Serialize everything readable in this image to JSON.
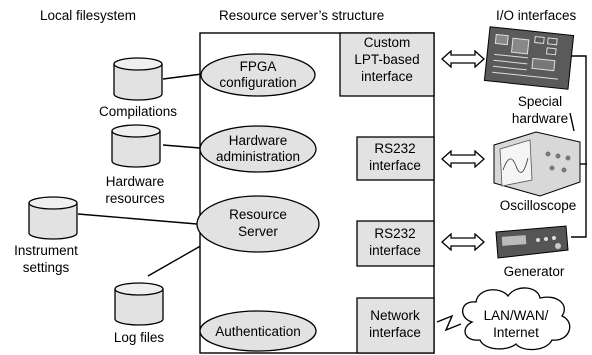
{
  "headers": {
    "local_filesystem": "Local filesystem",
    "server_structure": "Resource server’s structure",
    "io_interfaces": "I/O interfaces"
  },
  "storage": [
    {
      "id": "compilations",
      "label": [
        "Compilations"
      ]
    },
    {
      "id": "hardware-resources",
      "label": [
        "Hardware",
        "resources"
      ]
    },
    {
      "id": "instrument-settings",
      "label": [
        "Instrument",
        "settings"
      ]
    },
    {
      "id": "log-files",
      "label": [
        "Log files"
      ]
    }
  ],
  "modules": [
    {
      "id": "fpga-configuration",
      "label": [
        "FPGA",
        "configuration"
      ]
    },
    {
      "id": "hardware-administration",
      "label": [
        "Hardware",
        "administration"
      ]
    },
    {
      "id": "resource-server",
      "label": [
        "Resource",
        "Server"
      ]
    },
    {
      "id": "authentication",
      "label": [
        "Authentication"
      ]
    }
  ],
  "interfaces": [
    {
      "id": "custom-lpt-interface",
      "label": [
        "Custom",
        "LPT-based",
        "interface"
      ]
    },
    {
      "id": "rs232-interface-1",
      "label": [
        "RS232",
        "interface"
      ]
    },
    {
      "id": "rs232-interface-2",
      "label": [
        "RS232",
        "interface"
      ]
    },
    {
      "id": "network-interface",
      "label": [
        "Network",
        "interface"
      ]
    }
  ],
  "devices": [
    {
      "id": "special-hardware",
      "label": [
        "Special",
        "hardware"
      ]
    },
    {
      "id": "oscilloscope",
      "label": [
        "Oscilloscope"
      ]
    },
    {
      "id": "generator",
      "label": [
        "Generator"
      ]
    },
    {
      "id": "network-cloud",
      "label": [
        "LAN/WAN/",
        "Internet"
      ]
    }
  ]
}
